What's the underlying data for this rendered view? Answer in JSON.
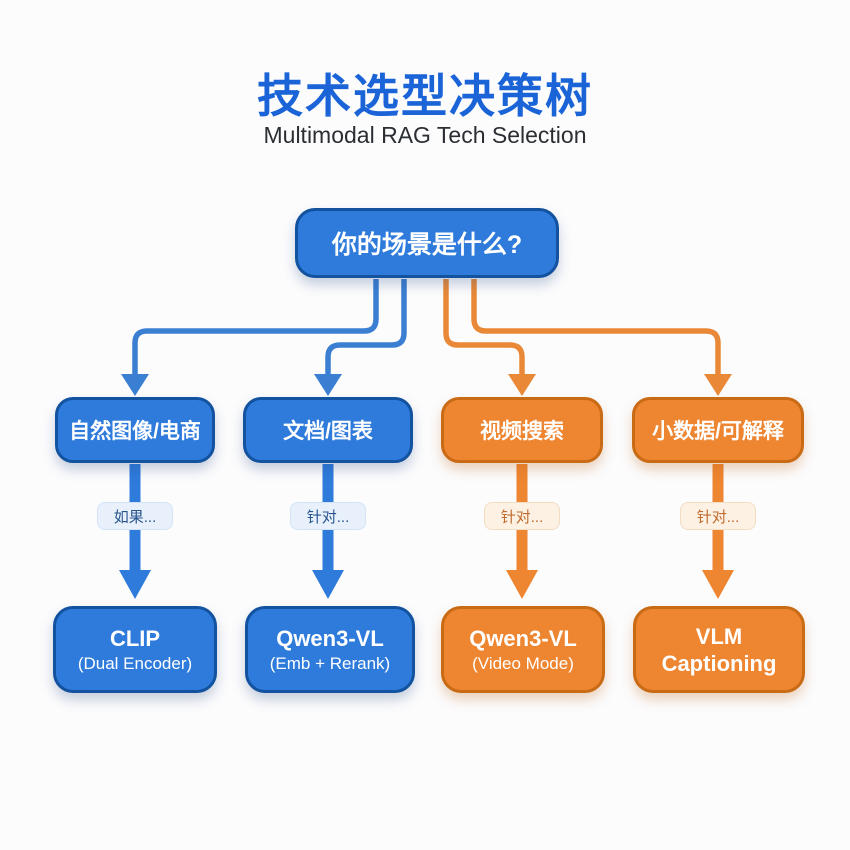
{
  "header": {
    "title": "技术选型决策树",
    "subtitle": "Multimodal RAG Tech Selection"
  },
  "tree": {
    "root": {
      "label": "你的场景是什么?"
    },
    "branches": [
      {
        "theme": "blue",
        "condition": "如果...",
        "category": "自然图像/电商",
        "result": {
          "title": "CLIP",
          "subtitle": "(Dual Encoder)"
        }
      },
      {
        "theme": "blue",
        "condition": "针对...",
        "category": "文档/图表",
        "result": {
          "title": "Qwen3-VL",
          "subtitle": "(Emb + Rerank)"
        }
      },
      {
        "theme": "orange",
        "condition": "针对...",
        "category": "视频搜索",
        "result": {
          "title": "Qwen3-VL",
          "subtitle": "(Video Mode)"
        }
      },
      {
        "theme": "orange",
        "condition": "针对...",
        "category": "小数据/可解释",
        "result": {
          "title": "VLM",
          "subtitle": "Captioning"
        }
      }
    ]
  },
  "colors": {
    "title_blue": "#1a64d8",
    "subtitle_gray": "#2b2e33",
    "blue_fill": "#2e7bdc",
    "blue_border": "#12529f",
    "orange_fill": "#ee8531",
    "orange_border": "#c96a15",
    "connector_blue": "#3b7fd2",
    "connector_orange": "#e98938",
    "pill_blue_bg": "#e7f0fb",
    "pill_blue_text": "#27548f",
    "pill_orange_bg": "#fcf1e2",
    "pill_orange_text": "#c06a2e",
    "node_text": "#ffffff",
    "background": "#fcfcfd"
  }
}
